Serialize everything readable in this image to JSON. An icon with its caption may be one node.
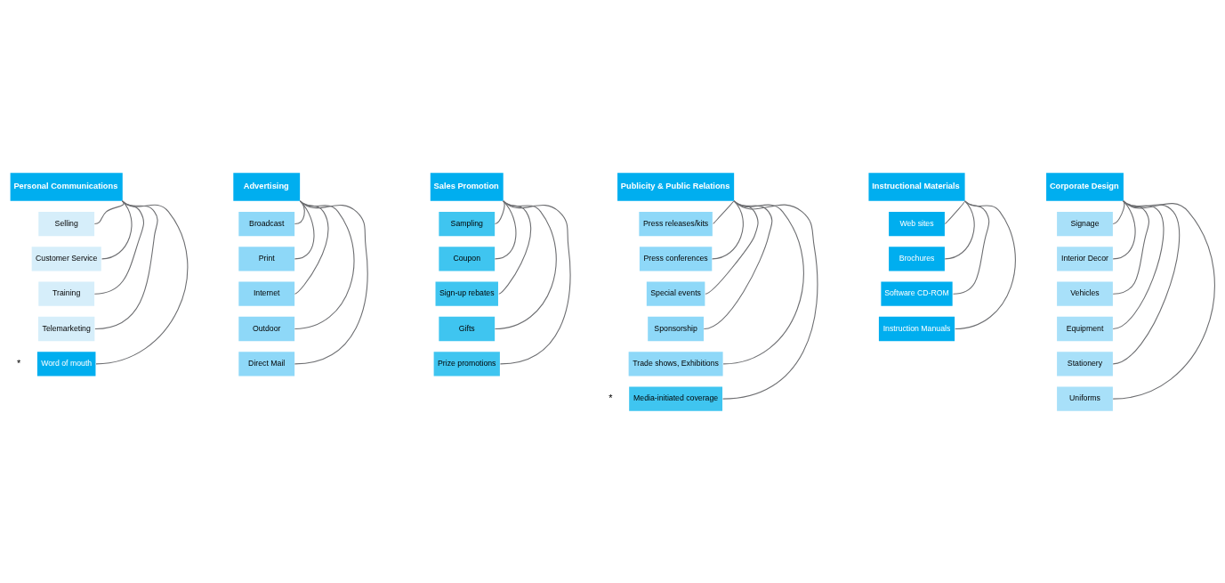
{
  "diagram": {
    "nodes": [
      {
        "text": [
          "Personal Communications"
        ]
      },
      {
        "text": [
          "Selling"
        ]
      },
      {
        "text": [
          "Customer Service"
        ]
      },
      {
        "text": [
          "Training"
        ]
      },
      {
        "text": [
          "Telemarketing"
        ]
      },
      {
        "text": [
          "Word of mouth"
        ],
        "beside": [
          "*"
        ]
      },
      {
        "text": [
          "Advertising"
        ]
      },
      {
        "text": [
          "Broadcast"
        ]
      },
      {
        "text": [
          "Print"
        ]
      },
      {
        "text": [
          "Internet"
        ]
      },
      {
        "text": [
          "Outdoor"
        ]
      },
      {
        "text": [
          "Direct Mail"
        ]
      },
      {
        "text": [
          "Sales Promotion"
        ]
      },
      {
        "text": [
          "Sampling"
        ]
      },
      {
        "text": [
          "Coupon"
        ]
      },
      {
        "text": [
          "Sign-up rebates"
        ]
      },
      {
        "text": [
          "Gifts"
        ]
      },
      {
        "text": [
          "Prize promotions"
        ]
      },
      {
        "text": [
          "Publicity & Public Relations"
        ]
      },
      {
        "text": [
          "Press releases/kits"
        ]
      },
      {
        "text": [
          "Press conferences"
        ]
      },
      {
        "text": [
          "Special events"
        ]
      },
      {
        "text": [
          "Sponsorship"
        ]
      },
      {
        "text": [
          "Trade shows, Exhibitions"
        ]
      },
      {
        "text": [
          "Media-initiated coverage"
        ],
        "beside": [
          "*"
        ]
      },
      {
        "text": [
          "Instructional Materials"
        ]
      },
      {
        "text": [
          "Web sites"
        ]
      },
      {
        "text": [
          "Brochures"
        ]
      },
      {
        "text": [
          "Software CD-ROM"
        ]
      },
      {
        "text": [
          "Instruction Manuals"
        ]
      },
      {
        "text": [
          "Corporate Design"
        ]
      },
      {
        "text": [
          "Signage"
        ]
      },
      {
        "text": [
          "Interior Decor"
        ]
      },
      {
        "text": [
          "Vehicles"
        ]
      },
      {
        "text": [
          "Equipment"
        ]
      },
      {
        "text": [
          "Stationery"
        ]
      },
      {
        "text": [
          "Uniforms"
        ]
      }
    ],
    "edges": [
      {
        "from": 0,
        "to": 1,
        "arrow": "none"
      },
      {
        "from": 0,
        "to": 2,
        "arrow": "none"
      },
      {
        "from": 0,
        "to": 3,
        "arrow": "none"
      },
      {
        "from": 0,
        "to": 4,
        "arrow": "none"
      },
      {
        "from": 0,
        "to": 5,
        "arrow": "none"
      },
      {
        "from": 6,
        "to": 7,
        "arrow": "none"
      },
      {
        "from": 6,
        "to": 8,
        "arrow": "none"
      },
      {
        "from": 6,
        "to": 9,
        "arrow": "none"
      },
      {
        "from": 6,
        "to": 10,
        "arrow": "none"
      },
      {
        "from": 6,
        "to": 11,
        "arrow": "none"
      },
      {
        "from": 12,
        "to": 13,
        "arrow": "none"
      },
      {
        "from": 12,
        "to": 14,
        "arrow": "none"
      },
      {
        "from": 12,
        "to": 15,
        "arrow": "none"
      },
      {
        "from": 12,
        "to": 16,
        "arrow": "none"
      },
      {
        "from": 12,
        "to": 17,
        "arrow": "none"
      },
      {
        "from": 18,
        "to": 19,
        "arrow": "none"
      },
      {
        "from": 18,
        "to": 20,
        "arrow": "none"
      },
      {
        "from": 18,
        "to": 21,
        "arrow": "none"
      },
      {
        "from": 18,
        "to": 22,
        "arrow": "none"
      },
      {
        "from": 18,
        "to": 23,
        "arrow": "none"
      },
      {
        "from": 18,
        "to": 24,
        "arrow": "none"
      },
      {
        "from": 25,
        "to": 26,
        "arrow": "none"
      },
      {
        "from": 25,
        "to": 27,
        "arrow": "none"
      },
      {
        "from": 25,
        "to": 28,
        "arrow": "none"
      },
      {
        "from": 25,
        "to": 29,
        "arrow": "none"
      },
      {
        "from": 30,
        "to": 31,
        "arrow": "none"
      },
      {
        "from": 30,
        "to": 32,
        "arrow": "none"
      },
      {
        "from": 30,
        "to": 33,
        "arrow": "none"
      },
      {
        "from": 30,
        "to": 34,
        "arrow": "none"
      },
      {
        "from": 30,
        "to": 35,
        "arrow": "none"
      },
      {
        "from": 30,
        "to": 36,
        "arrow": "none"
      }
    ]
  }
}
